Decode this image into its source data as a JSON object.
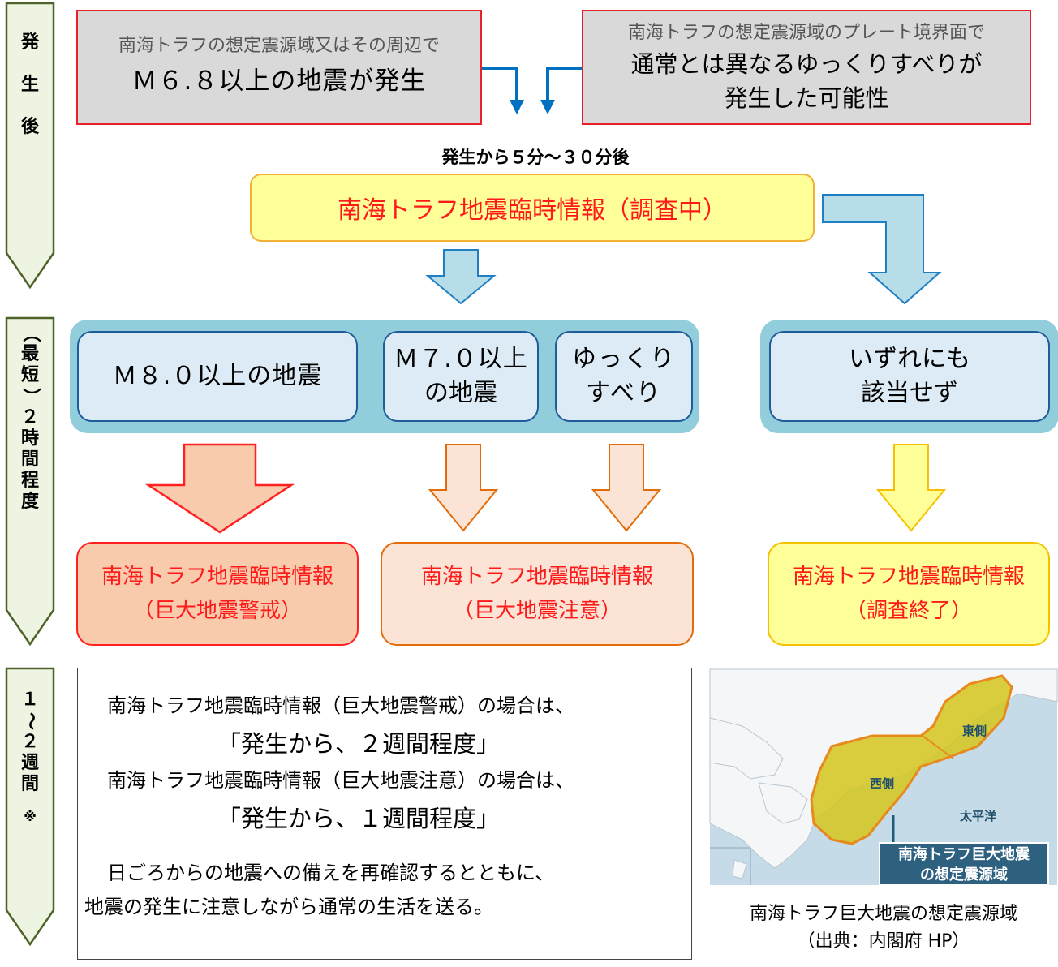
{
  "timeline": {
    "stage1": [
      "発",
      "生",
      "後"
    ],
    "stage2": [
      "（",
      "最",
      "短",
      "）",
      "２",
      "時",
      "間",
      "程",
      "度"
    ],
    "stage3": [
      "１",
      "〜",
      "２",
      "週",
      "間",
      "※"
    ]
  },
  "trigger_left": {
    "line1": "南海トラフの想定震源域又はその周辺で",
    "line2": "Ｍ６.８以上の地震が発生"
  },
  "trigger_right": {
    "line1": "南海トラフの想定震源域のプレート境界面で",
    "line2": "通常とは異なるゆっくりすべりが",
    "line3": "発生した可能性"
  },
  "time_note": "発生から５分〜３０分後",
  "investigating": "南海トラフ地震臨時情報（調査中）",
  "criteria": {
    "m8": "Ｍ８.０以上の地震",
    "m7_line1": "Ｍ７.０以上",
    "m7_line2": "の地震",
    "slow_line1": "ゆっくり",
    "slow_line2": "すべり",
    "none_line1": "いずれにも",
    "none_line2": "該当せず"
  },
  "results": {
    "warning_line1": "南海トラフ地震臨時情報",
    "warning_line2": "（巨大地震警戒）",
    "advisory_line1": "南海トラフ地震臨時情報",
    "advisory_line2": "（巨大地震注意）",
    "ended_line1": "南海トラフ地震臨時情報",
    "ended_line2": "（調査終了）"
  },
  "note_box": {
    "line1": "南海トラフ地震臨時情報（巨大地震警戒）の場合は、",
    "line2": "「発生から、２週間程度」",
    "line3": "南海トラフ地震臨時情報（巨大地震注意）の場合は、",
    "line4": "「発生から、１週間程度」",
    "line5": "日ごろからの地震への備えを再確認するとともに、",
    "line6": "地震の発生に注意しながら通常の生活を送る。"
  },
  "map": {
    "label_east": "東側",
    "label_west": "西側",
    "label_pacific": "太平洋",
    "banner_line1": "南海トラフ巨大地震",
    "banner_line2": "の想定震源域",
    "caption_line1": "南海トラフ巨大地震の想定震源域",
    "caption_line2": "（出典：内閣府 HP）"
  },
  "colors": {
    "timeline_fill": "#eef4e2",
    "timeline_stroke": "#4f6228",
    "red_text": "#ff1a1a",
    "yellow_box": "#ffff99",
    "blue_arrow": "#b6dde8",
    "warning_fill": "#f8cbad",
    "advisory_fill": "#fbe4d5",
    "ended_fill": "#ffff99"
  }
}
